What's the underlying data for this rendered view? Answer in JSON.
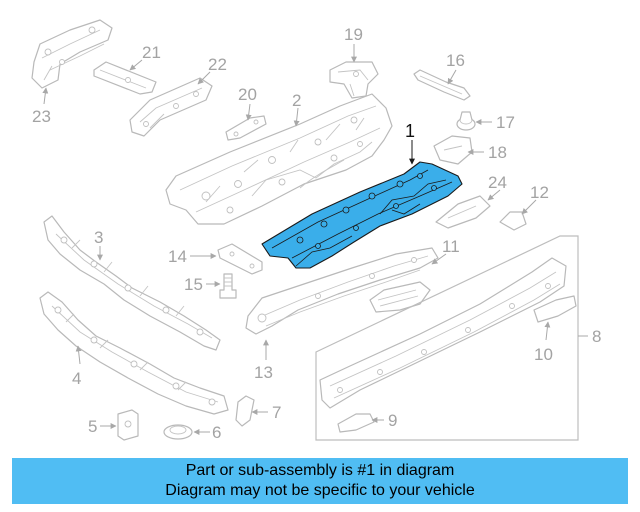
{
  "callouts": [
    {
      "id": "1",
      "label": "1",
      "highlighted": true
    },
    {
      "id": "2",
      "label": "2"
    },
    {
      "id": "3",
      "label": "3"
    },
    {
      "id": "4",
      "label": "4"
    },
    {
      "id": "5",
      "label": "5"
    },
    {
      "id": "6",
      "label": "6"
    },
    {
      "id": "7",
      "label": "7"
    },
    {
      "id": "8",
      "label": "8"
    },
    {
      "id": "9",
      "label": "9"
    },
    {
      "id": "10",
      "label": "10"
    },
    {
      "id": "11",
      "label": "11"
    },
    {
      "id": "12",
      "label": "12"
    },
    {
      "id": "13",
      "label": "13"
    },
    {
      "id": "14",
      "label": "14"
    },
    {
      "id": "15",
      "label": "15"
    },
    {
      "id": "16",
      "label": "16"
    },
    {
      "id": "17",
      "label": "17"
    },
    {
      "id": "18",
      "label": "18"
    },
    {
      "id": "19",
      "label": "19"
    },
    {
      "id": "20",
      "label": "20"
    },
    {
      "id": "21",
      "label": "21"
    },
    {
      "id": "22",
      "label": "22"
    },
    {
      "id": "23",
      "label": "23"
    },
    {
      "id": "24",
      "label": "24"
    }
  ],
  "banner": {
    "line1": "Part or sub-assembly is #1 in diagram",
    "line2": "Diagram may not be specific to your vehicle"
  },
  "colors": {
    "highlight": "#3aaeea",
    "banner": "#50bdf3",
    "line_art": "#b9b9b9",
    "callout_text": "#a3a3a3"
  }
}
